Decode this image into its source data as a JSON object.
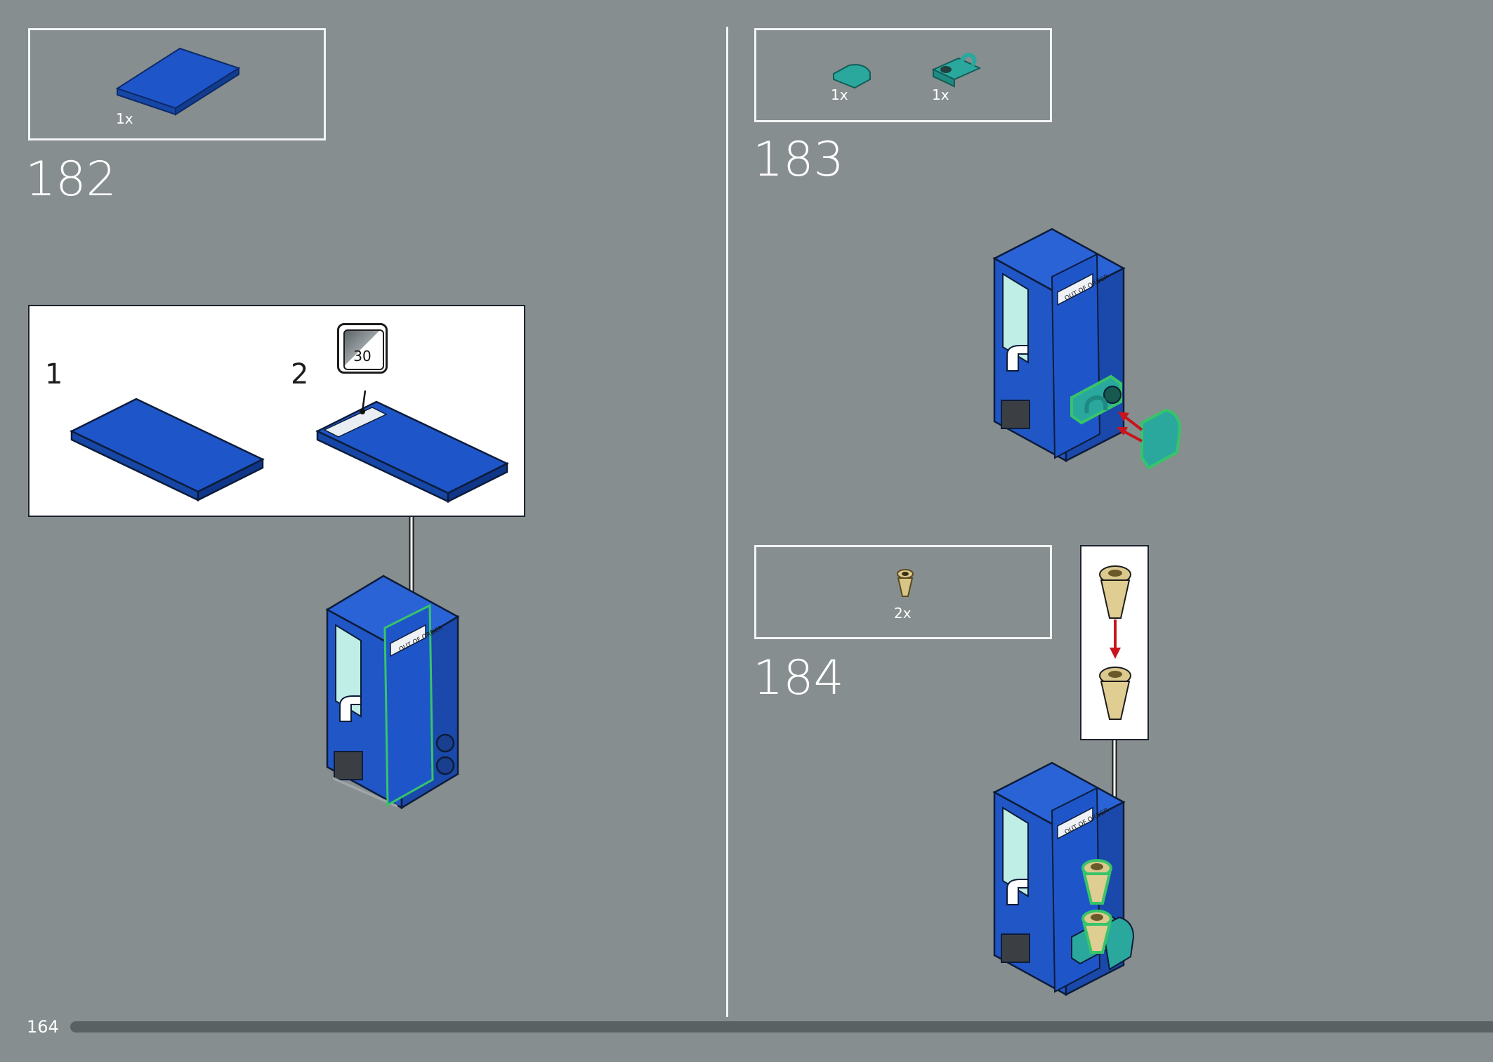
{
  "page_number": "164",
  "steps": [
    {
      "number": "182",
      "parts": [
        {
          "quantity": "1x",
          "icon": "blue-tile-icon"
        }
      ],
      "substeps": [
        {
          "number": "1"
        },
        {
          "number": "2",
          "sticker_number": "30"
        }
      ],
      "sticker_text": "OUT OF ORDER"
    },
    {
      "number": "183",
      "parts": [
        {
          "quantity": "1x",
          "icon": "teal-curved-slope-icon"
        },
        {
          "quantity": "1x",
          "icon": "teal-clip-plate-icon"
        }
      ],
      "sticker_text": "OUT OF ORDER"
    },
    {
      "number": "184",
      "parts": [
        {
          "quantity": "2x",
          "icon": "tan-cone-icon"
        }
      ],
      "sticker_text": "OUT OF ORDER"
    }
  ],
  "colors": {
    "background": "#878e8f",
    "brick_blue": "#1e56c9",
    "teal": "#2aa89e",
    "tan": "#dcc98e",
    "arrow_red": "#c8151d",
    "highlight_green": "#37c46a"
  }
}
